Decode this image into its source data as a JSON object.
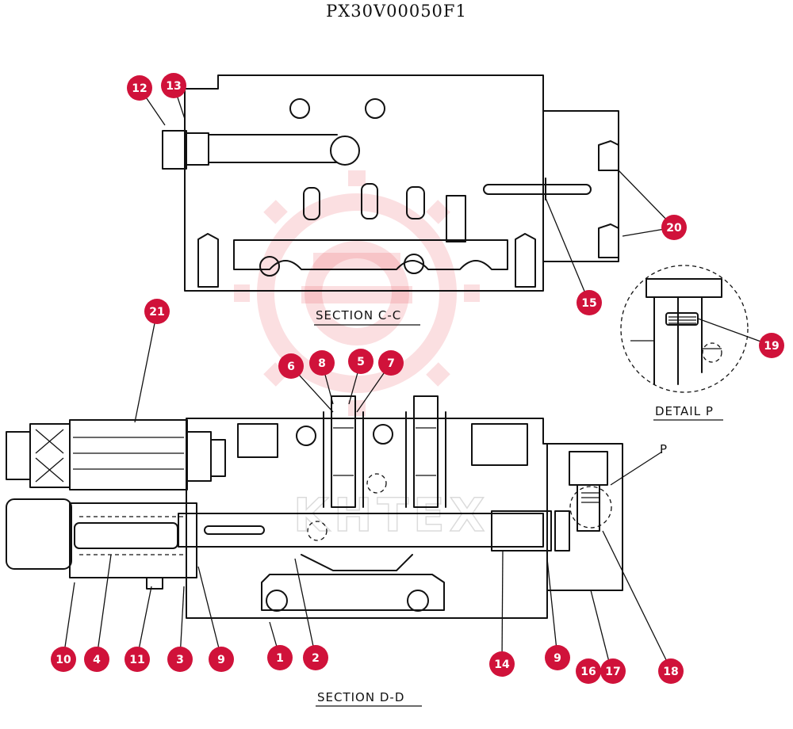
{
  "title": "PX30V00050F1",
  "captions": {
    "section_cc": "SECTION C-C",
    "section_dd": "SECTION D-D",
    "detail_p": "DETAIL P",
    "p_label": "P"
  },
  "callout_color": "#d0123a",
  "callouts": [
    {
      "n": "12"
    },
    {
      "n": "13"
    },
    {
      "n": "20"
    },
    {
      "n": "15"
    },
    {
      "n": "19"
    },
    {
      "n": "21"
    },
    {
      "n": "6"
    },
    {
      "n": "8"
    },
    {
      "n": "5"
    },
    {
      "n": "7"
    },
    {
      "n": "10"
    },
    {
      "n": "4"
    },
    {
      "n": "11"
    },
    {
      "n": "3"
    },
    {
      "n": "9"
    },
    {
      "n": "1"
    },
    {
      "n": "2"
    },
    {
      "n": "14"
    },
    {
      "n": "9"
    },
    {
      "n": "16"
    },
    {
      "n": "17"
    },
    {
      "n": "18"
    }
  ],
  "watermark": {
    "text": "KHTEX",
    "logo": "gear-watermark-logo",
    "color": "#e53945"
  }
}
